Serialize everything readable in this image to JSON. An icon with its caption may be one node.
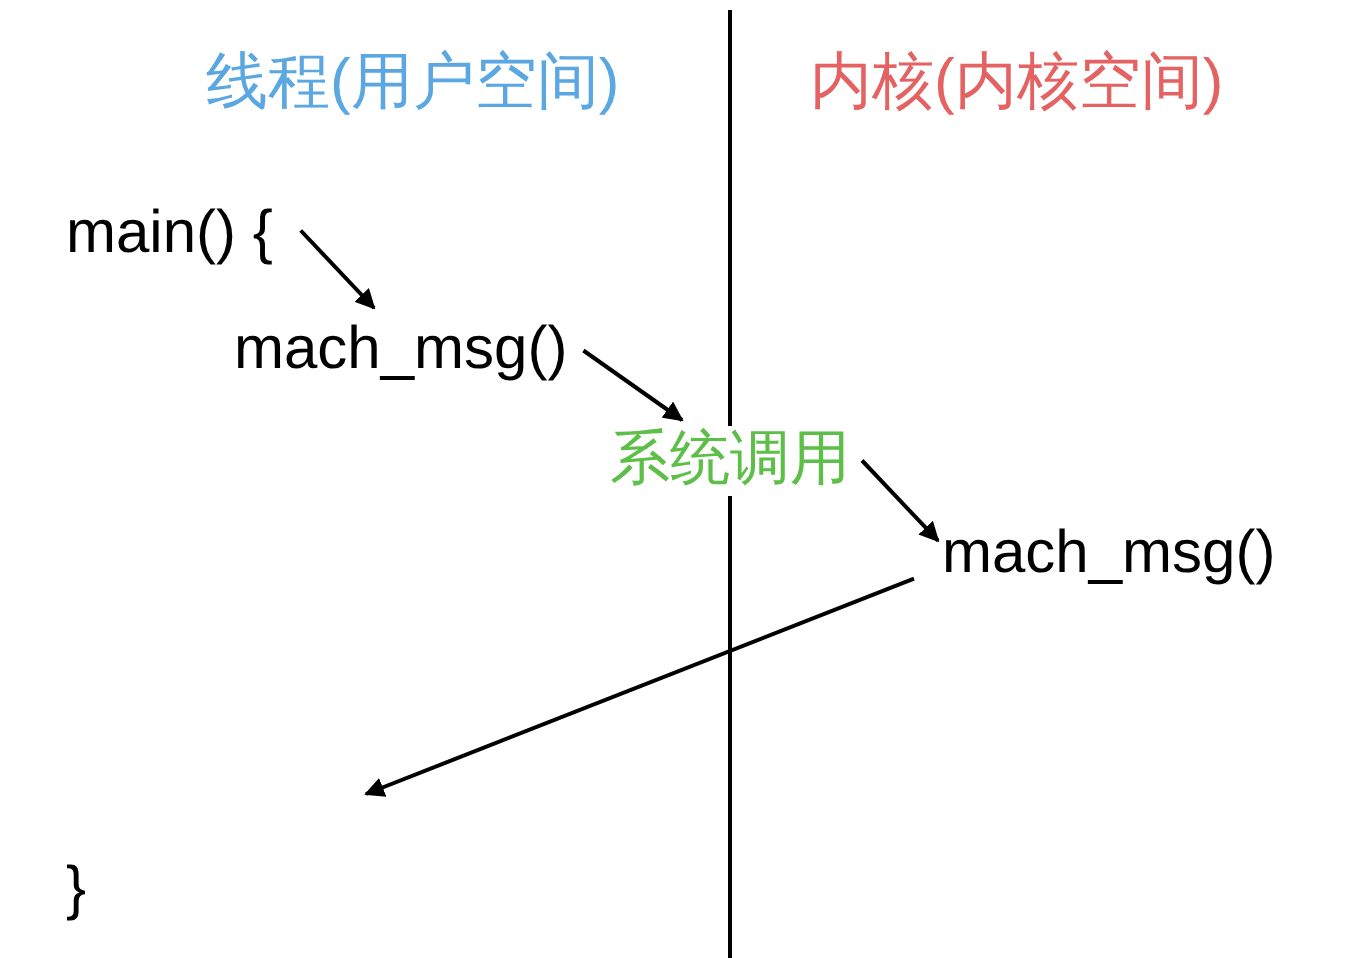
{
  "diagram": {
    "nodes": [
      {
        "text": [
          "main() {"
        ]
      },
      {
        "text": [
          "mach_msg()"
        ]
      },
      {
        "text": [
          "系统调用"
        ]
      },
      {
        "text": [
          "mach_msg()"
        ]
      }
    ],
    "edges": [
      {
        "from": 0,
        "to": 1,
        "arrow": "to"
      },
      {
        "from": 1,
        "to": 2,
        "arrow": "to"
      },
      {
        "from": 2,
        "to": 3,
        "arrow": "to"
      },
      {
        "from": 3,
        "to": null,
        "arrow": "to"
      }
    ],
    "labels": [
      "线程(用户空间)",
      "内核(内核空间)",
      "}"
    ]
  }
}
